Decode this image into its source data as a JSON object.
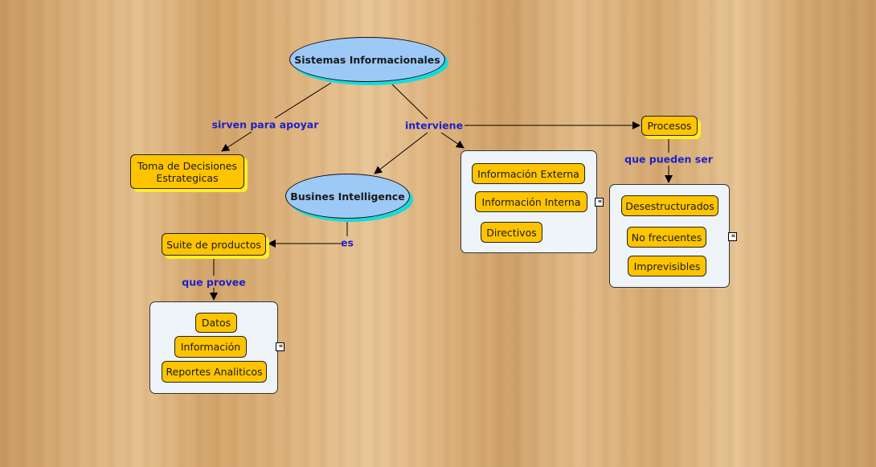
{
  "concepts": {
    "sistemas": "Sistemas Informacionales",
    "business": "Busines Intelligence",
    "toma_line1": "Toma de Decisiones",
    "toma_line2": "Estrategicas",
    "procesos": "Procesos",
    "suite": "Suite de productos"
  },
  "link_labels": {
    "sirven": "sirven para apoyar",
    "interviene": "interviene",
    "que_pueden_ser": "que pueden ser",
    "es": "es",
    "que_provee": "que provee"
  },
  "info_group": [
    "Información Externa",
    "Información Interna",
    "Directivos"
  ],
  "procesos_group": [
    "Desestructurados",
    "No frecuentes",
    "Imprevisibles"
  ],
  "suite_group": [
    "Datos",
    "Información",
    "Reportes Analiticos"
  ],
  "expander_icon": "«",
  "colors": {
    "ellipse_fill": "#9cc9f6",
    "ellipse_shadow": "#19d9d9",
    "concept_fill": "#ffc400",
    "concept_shadow": "#ffee22",
    "link_text": "#1d21c8",
    "panel_fill": "#eef4f8"
  }
}
